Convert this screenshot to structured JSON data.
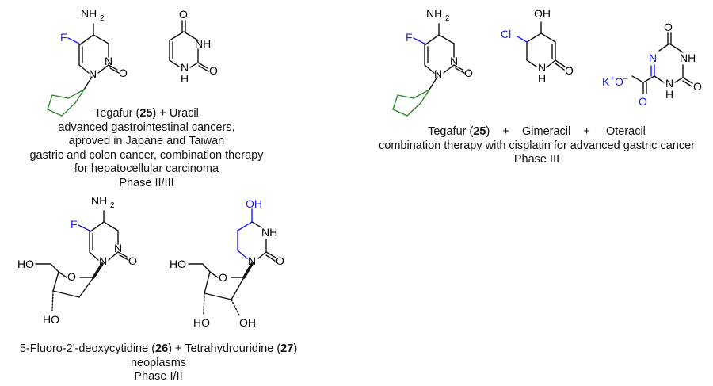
{
  "colors": {
    "bond": "#111111",
    "heteroatom": "#1a1aff",
    "highlight_ring": "#2e8b2e"
  },
  "atoms": {
    "nh2": "NH",
    "nh2_sub": "2",
    "f": "F",
    "n": "N",
    "o": "O",
    "nh": "NH",
    "h": "H",
    "oh": "OH",
    "ho": "HO",
    "cl": "Cl",
    "k": "K",
    "k_sup": "+",
    "o_minus_sup": "–"
  },
  "captions": {
    "top_left": {
      "drug": "Tegafur (",
      "num": "25",
      "rest": ") + Uracil",
      "line2": "advanced gastrointestinal cancers,",
      "line3": "aproved in Japane and Taiwan",
      "line4": "gastric and colon cancer, combination therapy",
      "line5": "for hepatocellular carcinoma",
      "line6": "Phase II/III"
    },
    "top_right": {
      "drug": "Tegafur (",
      "num": "25",
      "rest": ")    +    Gimeracil    +     Oteracil",
      "line2": "combination therapy with cisplatin for advanced gastric cancer",
      "line3": "Phase III"
    },
    "bottom": {
      "part1": "5-Fluoro-2'-deoxycytidine (",
      "num1": "26",
      "part2": ") + Tetrahydrouridine (",
      "num2": "27",
      "part3": ")",
      "line2": "neoplasms",
      "line3": "Phase I/II"
    }
  }
}
